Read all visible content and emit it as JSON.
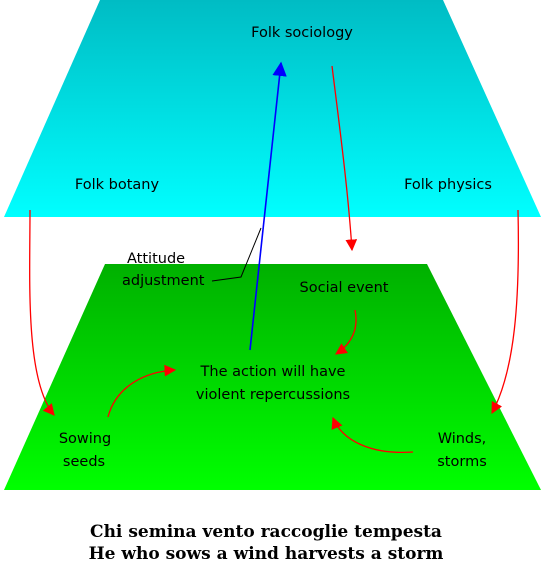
{
  "colors": {
    "upper_plane_top": "#00bcc4",
    "upper_plane_bottom": "#00ffff",
    "lower_plane_top": "#00b000",
    "lower_plane_bottom": "#00ff00",
    "red_arrow": "#ff0000",
    "blue_arrow": "#0000ff",
    "leader_line": "#000000"
  },
  "upper_plane": {
    "top_label": "Folk sociology",
    "left_label": "Folk botany",
    "right_label": "Folk physics"
  },
  "lower_plane": {
    "social_event": "Social event",
    "action_line1": "The action will have",
    "action_line2": "violent repercussions",
    "sowing_line1": "Sowing",
    "sowing_line2": "seeds",
    "winds_line1": "Winds,",
    "winds_line2": "storms"
  },
  "annotation": {
    "line1": "Attitude",
    "line2": "adjustment"
  },
  "caption": {
    "italian": "Chi semina vento raccoglie tempesta",
    "english": "He who sows a wind harvests a storm"
  }
}
